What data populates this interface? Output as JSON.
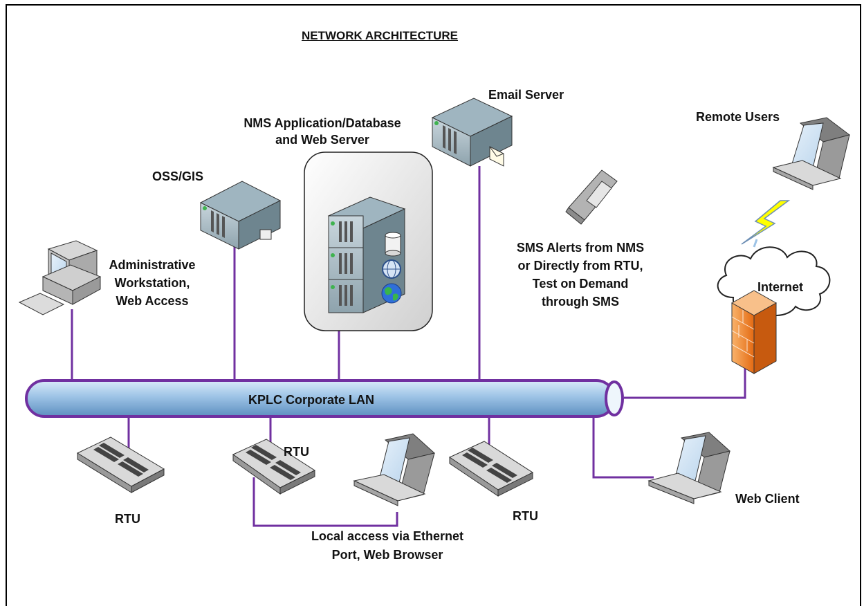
{
  "title": "NETWORK ARCHITECTURE",
  "nodes": {
    "email_server": "Email Server",
    "remote_users": "Remote Users",
    "nms_server_line1": "NMS Application/Database",
    "nms_server_line2": "and Web Server",
    "oss_gis": "OSS/GIS",
    "admin_line1": "Administrative",
    "admin_line2": "Workstation,",
    "admin_line3": "Web Access",
    "sms_line1": "SMS Alerts from NMS",
    "sms_line2": "or Directly from RTU,",
    "sms_line3": "Test on Demand",
    "sms_line4": "through SMS",
    "internet": "Internet",
    "lan": "KPLC Corporate LAN",
    "rtu_left": "RTU",
    "rtu_middle": "RTU",
    "rtu_right": "RTU",
    "local_access_line1": "Local access via Ethernet",
    "local_access_line2": "Port, Web Browser",
    "web_client": "Web Client"
  },
  "colors": {
    "link": "#7030a0",
    "lan_fill": "#9dc3e6",
    "firewall": "#f07a1f",
    "lightning": "#ffff00"
  }
}
